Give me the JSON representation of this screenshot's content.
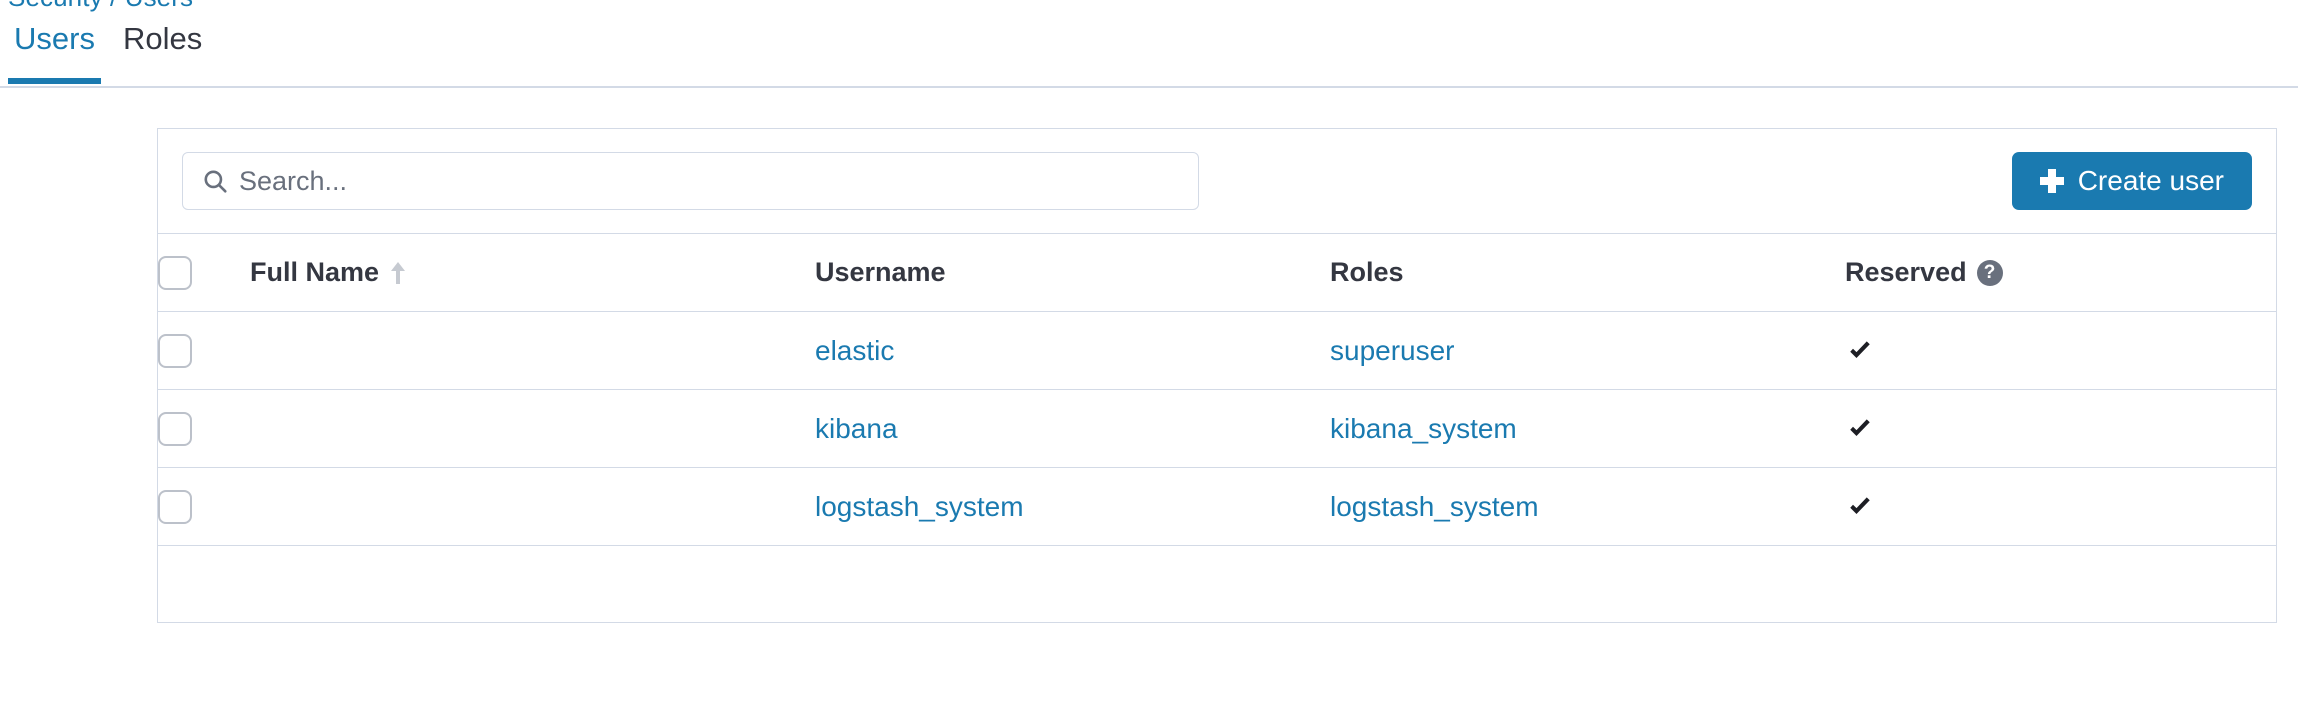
{
  "breadcrumb": {
    "text": "Security / Users"
  },
  "tabs": [
    {
      "label": "Users",
      "active": true
    },
    {
      "label": "Roles",
      "active": false
    }
  ],
  "toolbar": {
    "search_placeholder": "Search...",
    "search_value": "",
    "search_icon": "search-icon",
    "create_label": "Create user",
    "create_icon": "plus-icon",
    "create_color": "#1a7ab0"
  },
  "table": {
    "columns": [
      {
        "key": "select",
        "label": ""
      },
      {
        "key": "fullname",
        "label": "Full Name",
        "sort": "asc"
      },
      {
        "key": "username",
        "label": "Username"
      },
      {
        "key": "roles",
        "label": "Roles"
      },
      {
        "key": "reserved",
        "label": "Reserved",
        "help": "?"
      }
    ],
    "rows": [
      {
        "fullname": "",
        "username": "elastic",
        "roles": "superuser",
        "reserved": true
      },
      {
        "fullname": "",
        "username": "kibana",
        "roles": "kibana_system",
        "reserved": true
      },
      {
        "fullname": "",
        "username": "logstash_system",
        "roles": "logstash_system",
        "reserved": true
      }
    ],
    "footer_text": ""
  },
  "colors": {
    "link": "#1a7ab0",
    "accent": "#1a7ab0",
    "border": "#d3dae6",
    "text": "#343741",
    "muted": "#69707d",
    "checkmark": "#1d1e24"
  }
}
